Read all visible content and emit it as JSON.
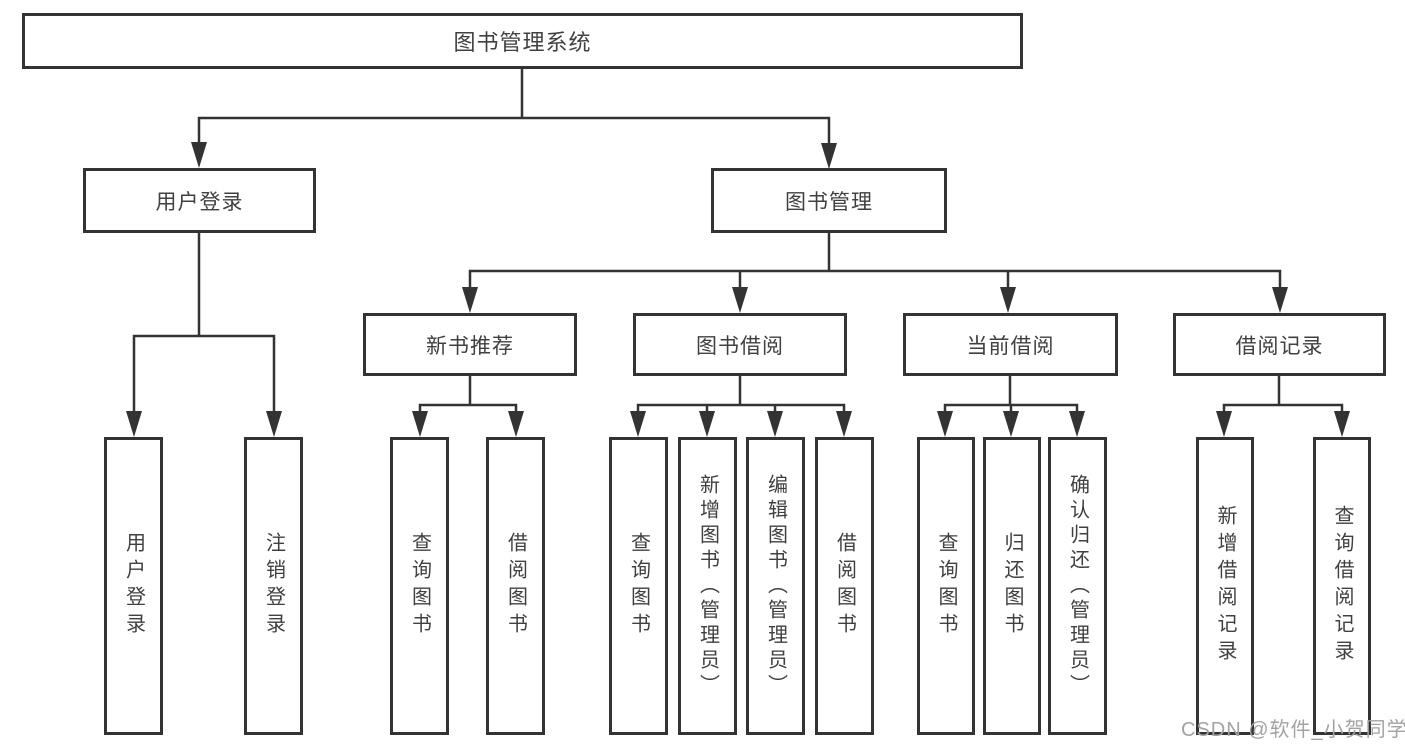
{
  "diagram": {
    "root": {
      "label": "图书管理系统",
      "children": [
        {
          "label": "用户登录",
          "children": [
            {
              "label": "用户登录"
            },
            {
              "label": "注销登录"
            }
          ]
        },
        {
          "label": "图书管理",
          "children": [
            {
              "label": "新书推荐",
              "children": [
                {
                  "label": "查询图书"
                },
                {
                  "label": "借阅图书"
                }
              ]
            },
            {
              "label": "图书借阅",
              "children": [
                {
                  "label": "查询图书"
                },
                {
                  "label": "新增图书（管理员）"
                },
                {
                  "label": "编辑图书（管理员）"
                },
                {
                  "label": "借阅图书"
                }
              ]
            },
            {
              "label": "当前借阅",
              "children": [
                {
                  "label": "查询图书"
                },
                {
                  "label": "归还图书"
                },
                {
                  "label": "确认归还（管理员）"
                }
              ]
            },
            {
              "label": "借阅记录",
              "children": [
                {
                  "label": "新增借阅记录"
                },
                {
                  "label": "查询借阅记录"
                }
              ]
            }
          ]
        }
      ]
    }
  },
  "watermark": {
    "text": "CSDN @软件_小贺同学"
  },
  "colors": {
    "line": "#333333",
    "box_border": "#333333",
    "text": "#404040",
    "watermark": "#a3a3a3",
    "background": "#ffffff"
  }
}
